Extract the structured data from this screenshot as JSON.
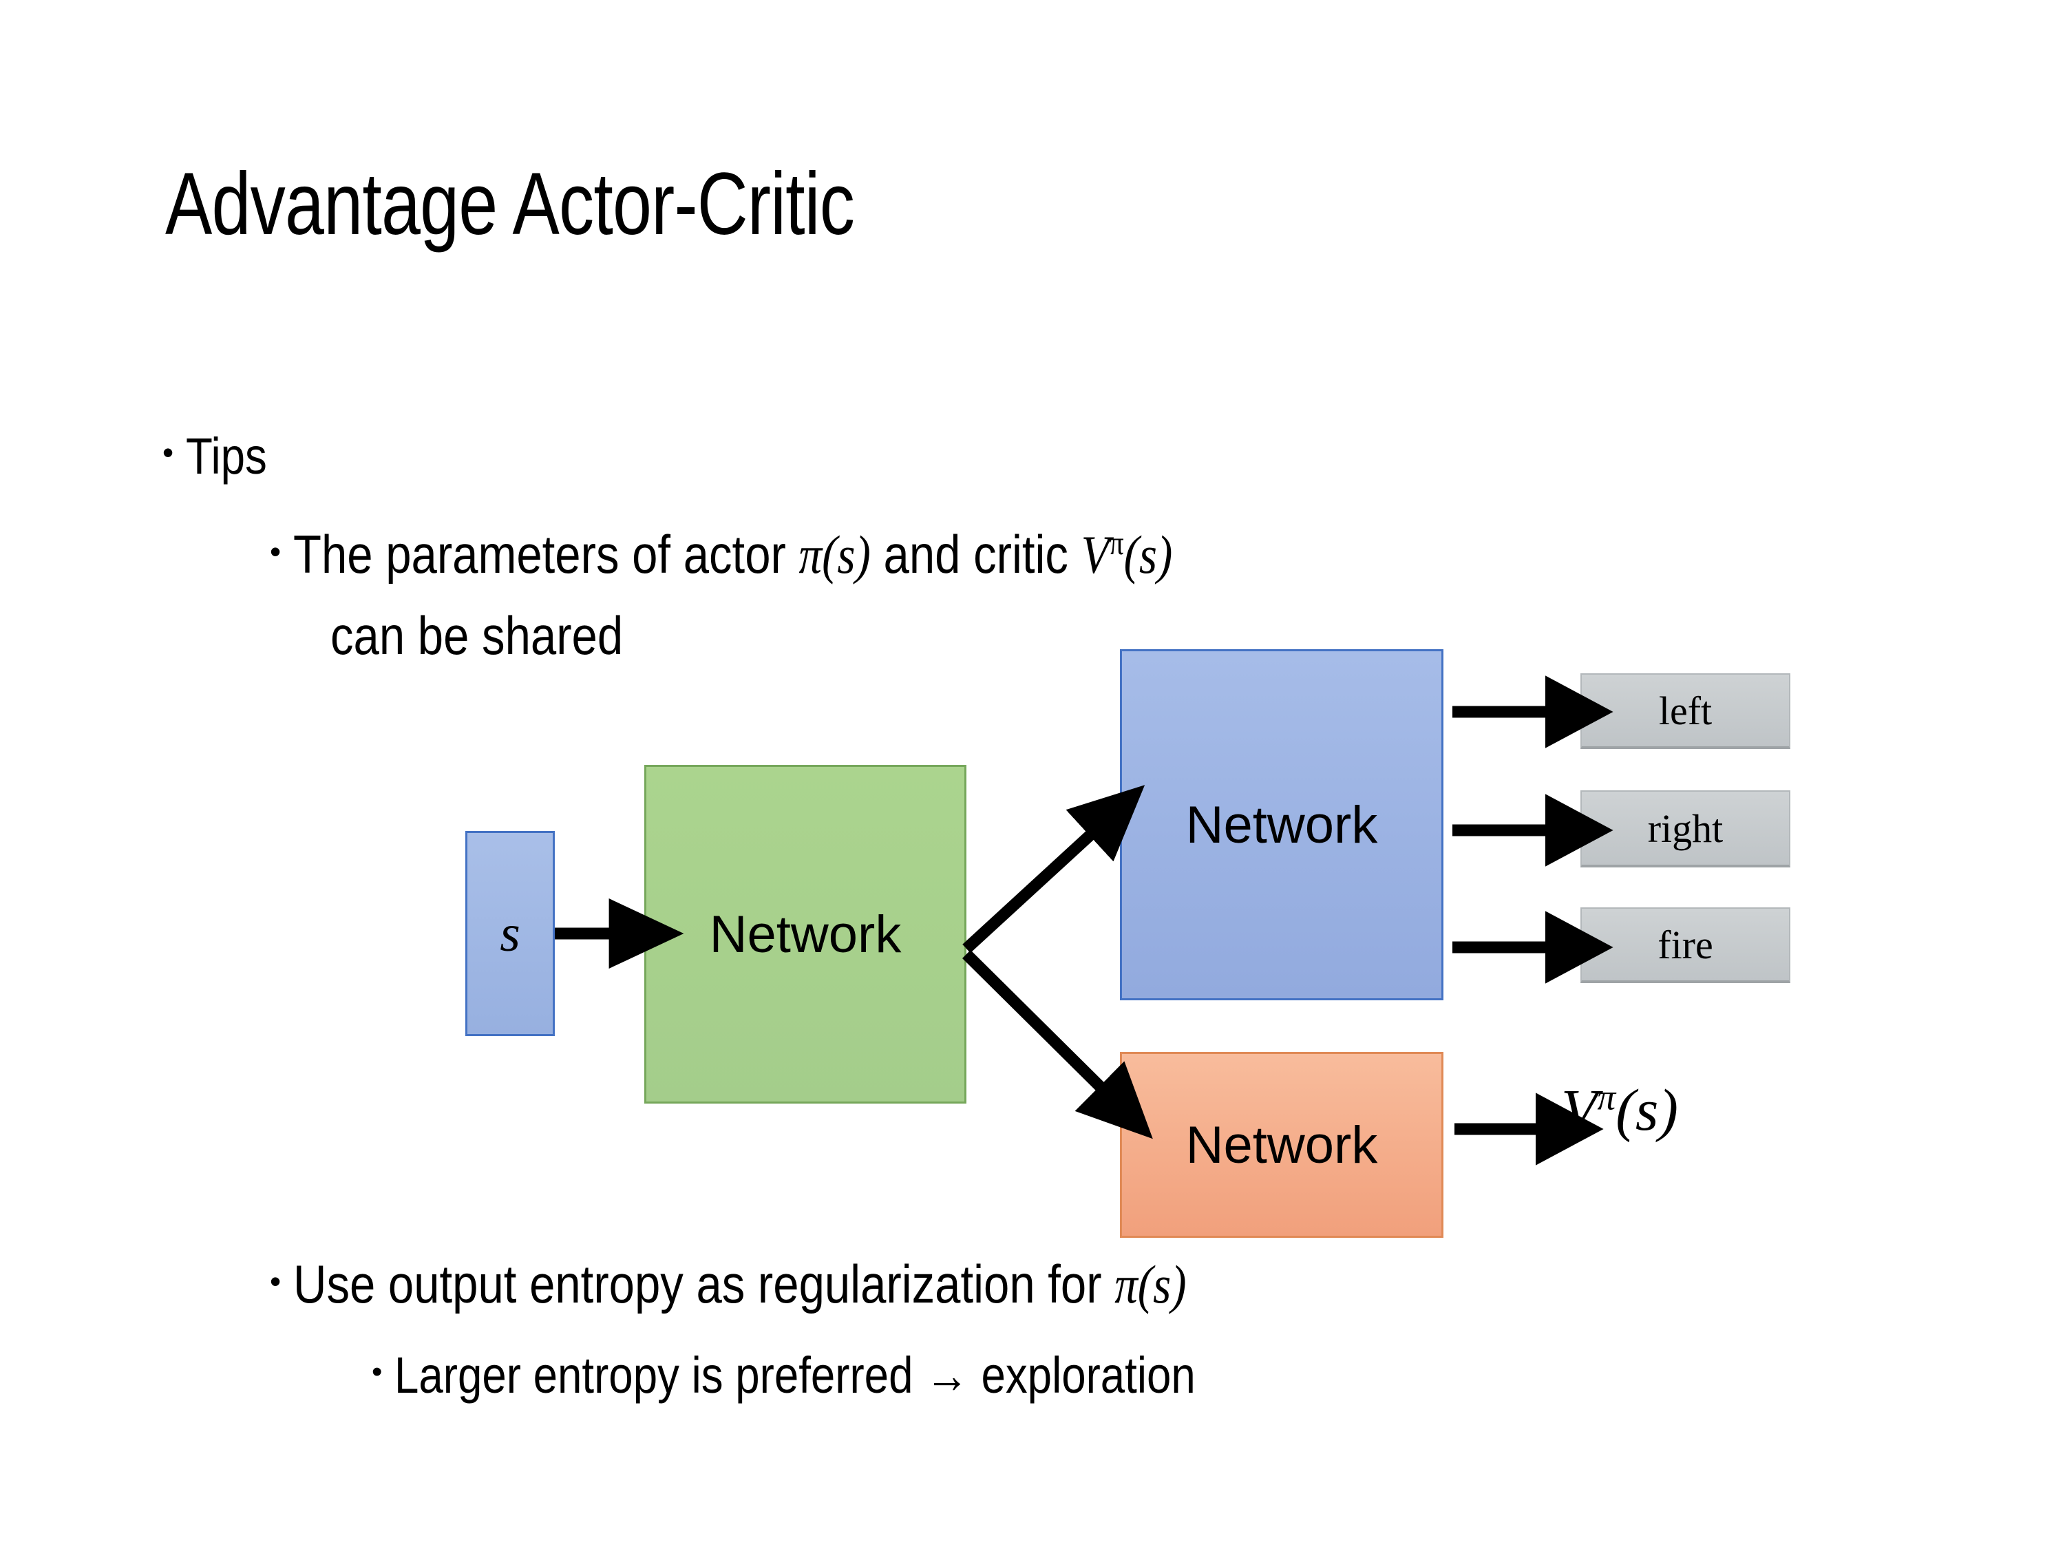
{
  "slide": {
    "title": "Advantage Actor-Critic",
    "background_color": "#ffffff",
    "text_color": "#000000"
  },
  "bullets": {
    "tips": "Tips",
    "parameters_line_pre": "The parameters of actor ",
    "parameters_math_actor_pi": "π",
    "parameters_math_actor_arg": "(s)",
    "parameters_line_mid": "  and critic ",
    "parameters_math_critic_v": "V",
    "parameters_math_critic_sup": "π",
    "parameters_math_critic_arg": "(s)",
    "shared_line": "can be shared",
    "entropy_line_pre": "Use output entropy as regularization for ",
    "entropy_math_pi": "π",
    "entropy_math_arg": "(s)",
    "larger_entropy_line": "Larger entropy is preferred → exploration",
    "bullet_glyph": "•"
  },
  "diagram": {
    "input_state_label": "s",
    "shared_network_label": "Network",
    "actor_network_label": "Network",
    "critic_network_label": "Network",
    "actions": [
      {
        "label": "left"
      },
      {
        "label": "right"
      },
      {
        "label": "fire"
      }
    ],
    "critic_output": {
      "v": "V",
      "superscript": "π",
      "argument": "(s)"
    },
    "colors": {
      "input_state_fill": "#9db7e3",
      "input_state_border": "#4472c4",
      "shared_network_fill": "#a9d18e",
      "shared_network_border": "#76a75b",
      "actor_network_fill": "#9db7e3",
      "actor_network_border": "#4472c4",
      "critic_network_fill": "#f4a582",
      "critic_network_border": "#e08a56",
      "action_box_fill": "#c8ccce",
      "action_box_border": "#b3b8bb",
      "arrow_color": "#000000"
    }
  }
}
